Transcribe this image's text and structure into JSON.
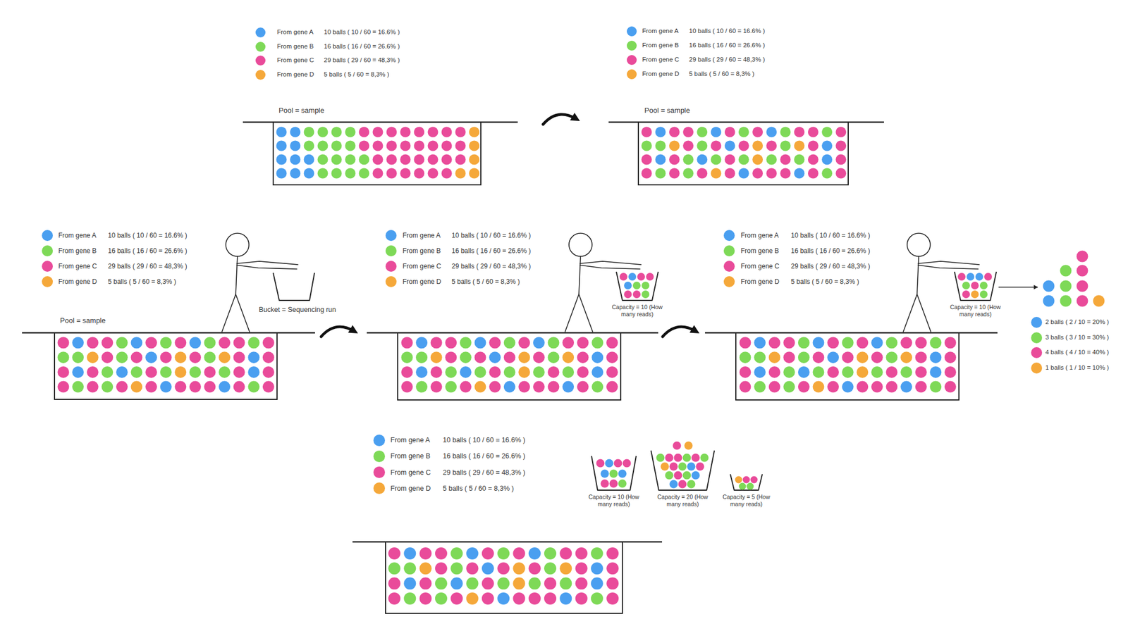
{
  "diagram": {
    "nodes": [
      {
        "text": [
          "Pool = sample"
        ]
      },
      {
        "text": [
          "Pool = sample"
        ]
      },
      {
        "text": [
          "Pool = sample"
        ]
      },
      {
        "text": [
          "Bucket = Sequencing run"
        ]
      },
      {
        "text": [
          "Capacity = 10 (How many reads)"
        ]
      },
      {
        "text": [
          "Capacity = 10 (How many reads)"
        ]
      },
      {
        "text": [
          "Capacity = 10 (How many reads)"
        ]
      },
      {
        "text": [
          "Capacity = 20 (How many reads)"
        ]
      },
      {
        "text": [
          "Capacity = 5 (How many reads)"
        ]
      }
    ],
    "labels": [
      "10 balls ( 10 / 60 = 16.6% )",
      "16 balls ( 16 / 60 = 26.6% )",
      "29 balls ( 29 / 60 = 48,3% )",
      "5 balls ( 5 / 60 = 8,3% )",
      "10 balls ( 10 / 60 = 16.6% )",
      "16 balls ( 16 / 60 = 26.6% )",
      "29 balls ( 29 / 60 = 48,3% )",
      "5 balls ( 5 / 60 = 8,3% )",
      "10 balls ( 10 / 60 = 16.6% )",
      "16 balls ( 16 / 60 = 26.6% )",
      "29 balls ( 29 / 60 = 48,3% )",
      "5 balls ( 5 / 60 = 8,3% )",
      "10 balls ( 10 / 60 = 16.6% )",
      "16 balls ( 16 / 60 = 26.6% )",
      "29 balls ( 29 / 60 = 48,3% )",
      "5 balls ( 5 / 60 = 8,3% )",
      "10 balls ( 10 / 60 = 16.6% )",
      "16 balls ( 16 / 60 = 26.6% )",
      "29 balls ( 29 / 60 = 48,3% )",
      "5 balls ( 5 / 60 = 8,3% )",
      "10 balls ( 10 / 60 = 16.6% )",
      "16 balls ( 16 / 60 = 26.6% )",
      "29 balls ( 29 / 60 = 48,3% )",
      "5 balls ( 5 / 60 = 8,3% )"
    ],
    "legend": [
      {
        "text": "From gene A",
        "color": "#4a9ff0"
      },
      {
        "text": "From gene B",
        "color": "#7ed957"
      },
      {
        "text": "From gene C",
        "color": "#e94b9a"
      },
      {
        "text": "From gene D",
        "color": "#f5a83a"
      },
      {
        "text": "From gene A",
        "color": "#4a9ff0"
      },
      {
        "text": "From gene B",
        "color": "#7ed957"
      },
      {
        "text": "From gene C",
        "color": "#e94b9a"
      },
      {
        "text": "From gene D",
        "color": "#f5a83a"
      },
      {
        "text": "From gene A",
        "color": "#4a9ff0"
      },
      {
        "text": "From gene B",
        "color": "#7ed957"
      },
      {
        "text": "From gene C",
        "color": "#e94b9a"
      },
      {
        "text": "From gene D",
        "color": "#f5a83a"
      },
      {
        "text": "From gene A",
        "color": "#4a9ff0"
      },
      {
        "text": "From gene B",
        "color": "#7ed957"
      },
      {
        "text": "From gene C",
        "color": "#e94b9a"
      },
      {
        "text": "From gene D",
        "color": "#f5a83a"
      },
      {
        "text": "From gene A",
        "color": "#4a9ff0"
      },
      {
        "text": "From gene B",
        "color": "#7ed957"
      },
      {
        "text": "From gene C",
        "color": "#e94b9a"
      },
      {
        "text": "From gene D",
        "color": "#f5a83a"
      },
      {
        "text": "2 balls ( 2 / 10 = 20% )",
        "color": "#4a9ff0"
      },
      {
        "text": "3 balls ( 3 / 10 = 30% )",
        "color": "#7ed957"
      },
      {
        "text": "4 balls ( 4 / 10 = 40% )",
        "color": "#e94b9a"
      },
      {
        "text": "1 balls ( 1 / 10 = 10% )",
        "color": "#f5a83a"
      },
      {
        "text": "From gene A",
        "color": "#4a9ff0"
      },
      {
        "text": "From gene B",
        "color": "#7ed957"
      },
      {
        "text": "From gene C",
        "color": "#e94b9a"
      },
      {
        "text": "From gene D",
        "color": "#f5a83a"
      }
    ]
  }
}
